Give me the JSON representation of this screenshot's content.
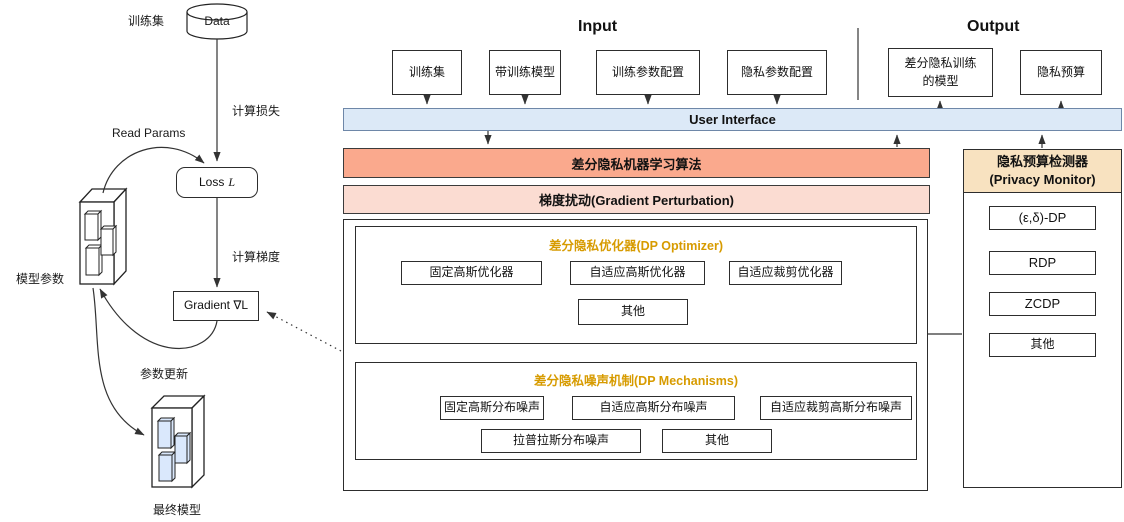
{
  "colors": {
    "ui_bar_fill": "#dce9f7",
    "ui_bar_border": "#6e87a8",
    "algorithm_bar_fill": "#faa98d",
    "perturbation_bar_fill": "#fbdcd2",
    "bar_border": "#3b3b3b",
    "monitor_header_fill": "#f8e2c0",
    "gold_title_text": "#d79b00",
    "final_model_inner_fill": "#dae8fc",
    "line_color": "#333333"
  },
  "left_flow": {
    "training_set_label": "训练集",
    "data_label": "Data",
    "compute_loss_label": "计算损失",
    "read_params_label": "Read Params",
    "loss_prefix": "Loss",
    "loss_var": "L",
    "compute_gradient_label": "计算梯度",
    "gradient_label": "Gradient ∇L",
    "model_params_label": "模型参数",
    "param_update_label": "参数更新",
    "final_model_label": "最终模型"
  },
  "input": {
    "title": "Input",
    "boxes": [
      "训练集",
      "带训练模型",
      "训练参数配置",
      "隐私参数配置"
    ]
  },
  "output": {
    "title": "Output",
    "boxes": [
      "差分隐私训练的模型",
      "隐私预算"
    ]
  },
  "ui_bar_label": "User Interface",
  "algorithm_bar_label": "差分隐私机器学习算法",
  "perturbation": {
    "title": "梯度扰动(Gradient Perturbation)",
    "optimizer": {
      "title": "差分隐私优化器(DP Optimizer)",
      "boxes": [
        "固定高斯优化器",
        "自适应高斯优化器",
        "自适应裁剪优化器",
        "其他"
      ]
    },
    "mechanisms": {
      "title": "差分隐私噪声机制(DP Mechanisms)",
      "boxes": [
        "固定高斯分布噪声",
        "自适应高斯分布噪声",
        "自适应裁剪高斯分布噪声",
        "拉普拉斯分布噪声",
        "其他"
      ]
    }
  },
  "privacy_monitor": {
    "title_line1": "隐私预算检测器",
    "title_line2": "(Privacy Monitor)",
    "boxes": [
      "(ε,δ)-DP",
      "RDP",
      "ZCDP",
      "其他"
    ]
  }
}
